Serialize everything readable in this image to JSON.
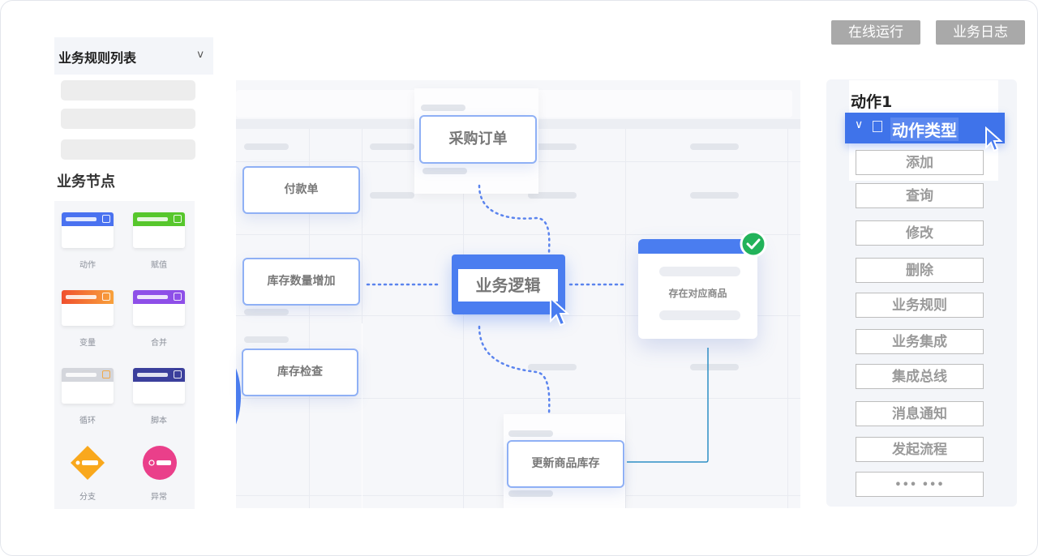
{
  "header": {
    "run_online": "在线运行",
    "biz_log": "业务日志"
  },
  "left": {
    "rules_title": "业务规则列表",
    "rules_chevron": "v",
    "nodes_title": "业务节点",
    "tiles": [
      {
        "label": "动作",
        "color": "#4a72f0",
        "icon": "grid-icon"
      },
      {
        "label": "赋值",
        "color": "#57c72c",
        "icon": "note-icon"
      },
      {
        "label": "变量",
        "color": "#f26a2e",
        "icon": "image-icon"
      },
      {
        "label": "合并",
        "color": "#8e4fe8",
        "icon": "table-icon"
      },
      {
        "label": "循环",
        "color": "#d4d6dc",
        "icon": "refresh-icon"
      },
      {
        "label": "脚本",
        "color": "#3b3f9c",
        "icon": "gear-icon"
      },
      {
        "label": "分支",
        "color": "#f9a81d",
        "icon": "branch-icon"
      },
      {
        "label": "异常",
        "color": "#ea3f8a",
        "icon": "alert-icon"
      }
    ]
  },
  "canvas": {
    "purchase_order": "采购订单",
    "payment": "付款单",
    "stock_increase": "库存数量增加",
    "stock_check": "库存检查",
    "biz_logic": "业务逻辑",
    "product_exists": "存在对应商品",
    "update_stock": "更新商品库存",
    "check_color": "#22b35a",
    "accent": "#4a7df0"
  },
  "right": {
    "action_title": "动作1",
    "action_type": "动作类型",
    "buttons": [
      "添加",
      "查询",
      "修改",
      "删除",
      "业务规则",
      "业务集成",
      "集成总线",
      "消息通知",
      "发起流程",
      "••• •••"
    ]
  }
}
